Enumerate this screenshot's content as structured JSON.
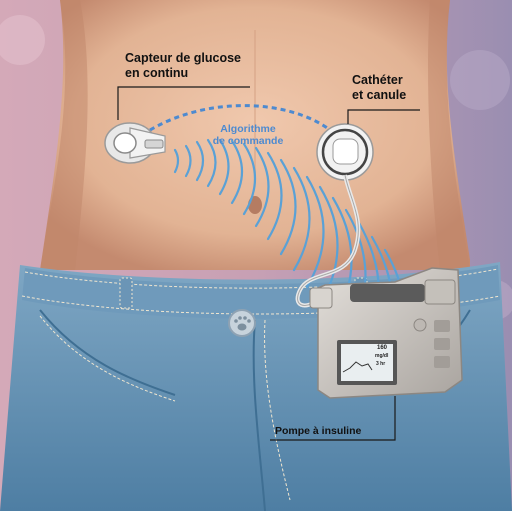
{
  "labels": {
    "sensor_line1": "Capteur de glucose",
    "sensor_line2": "en continu",
    "catheter_line1": "Cathéter",
    "catheter_line2": "et canule",
    "algorithm_line1": "Algorithme",
    "algorithm_line2": "de commande",
    "pump": "Pompe à insuline"
  },
  "pump_screen": {
    "value": "160",
    "unit": "mg/dl",
    "time": "3 hr"
  },
  "colors": {
    "background_left": "#cfa3b3",
    "background_right": "#9c8fb0",
    "skin": "#e3b79c",
    "skin_shadow": "#c98f76",
    "denim": "#5d8fb1",
    "denim_dark": "#3f6f93",
    "signal_blue": "#5aa1d6",
    "pump_body": "#cbc7c2",
    "leader_line": "#1a1a1a"
  },
  "icons": [
    "pawprint-icon"
  ]
}
